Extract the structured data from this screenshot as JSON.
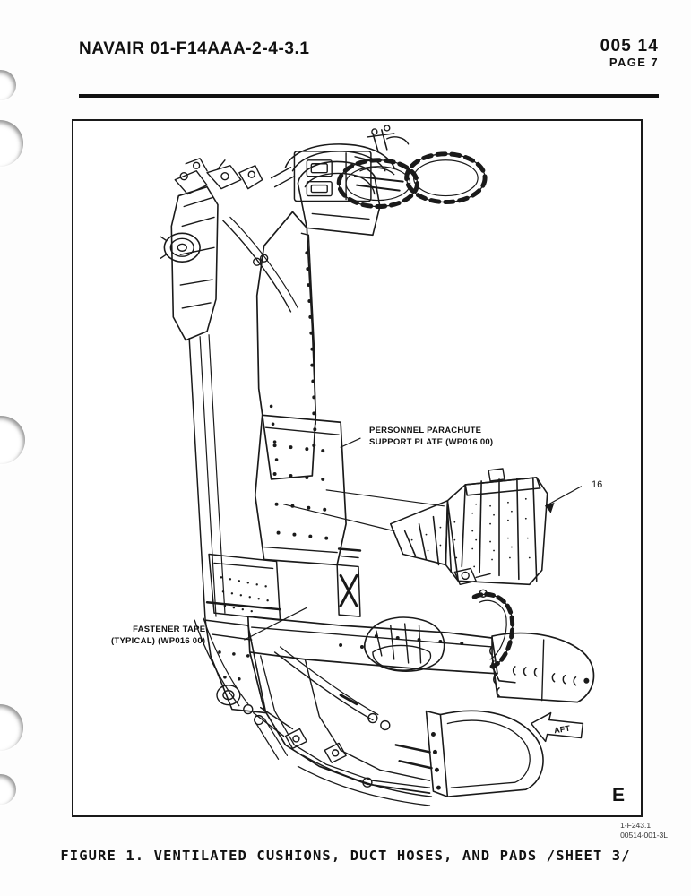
{
  "header": {
    "doc_number": "NAVAIR 01-F14AAA-2-4-3.1",
    "wp_number": "005 14",
    "page_label": "PAGE 7"
  },
  "figure": {
    "sheet_letter": "E",
    "callouts": [
      {
        "name": "personnel-parachute-support-plate",
        "line1": "PERSONNEL PARACHUTE",
        "line2": "SUPPORT PLATE (WP016 00)"
      },
      {
        "name": "fastener-tape",
        "line1": "FASTENER TAPE",
        "line2": "(TYPICAL) (WP016 00)"
      }
    ],
    "item_number": "16",
    "direction_label": "AFT"
  },
  "footer": {
    "drawing_code_1": "1-F243.1",
    "drawing_code_2": "00514-001-3L",
    "caption": "FIGURE 1. VENTILATED CUSHIONS, DUCT HOSES, AND PADS /SHEET 3/"
  },
  "colors": {
    "ink": "#111111",
    "paper": "#fdfdfd"
  }
}
